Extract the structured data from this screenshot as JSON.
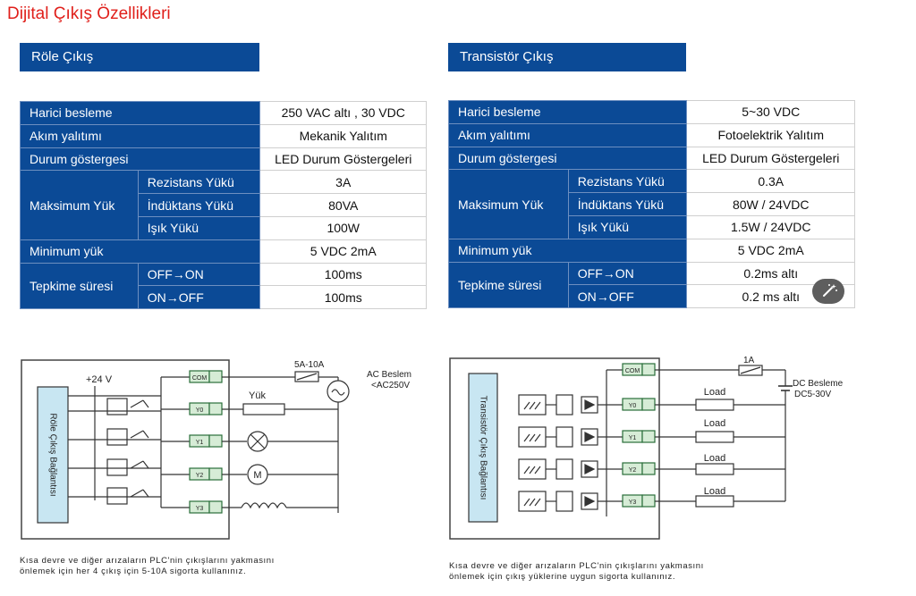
{
  "page_title": "Dijital Çıkış Özellikleri",
  "relay": {
    "heading": "Röle Çıkış",
    "rows": {
      "supply_label": "Harici besleme",
      "supply_value": "250 VAC altı , 30 VDC",
      "isolation_label": "Akım yalıtımı",
      "isolation_value": "Mekanik Yalıtım",
      "indicator_label": "Durum göstergesi",
      "indicator_value": "LED Durum Göstergeleri",
      "max_load_label": "Maksimum Yük",
      "resistive_label": "Rezistans Yükü",
      "resistive_value": "3A",
      "inductive_label": "İndüktans Yükü",
      "inductive_value": "80VA",
      "light_label": "Işık Yükü",
      "light_value": "100W",
      "min_load_label": "Minimum yük",
      "min_load_value": "5 VDC 2mA",
      "response_label": "Tepkime süresi",
      "off_on_label": "OFF→ON",
      "off_on_value": "100ms",
      "on_off_label": "ON→OFF",
      "on_off_value": "100ms"
    },
    "diagram": {
      "side_label": "Röle Çıkış Bağlantısı",
      "voltage": "+24 V",
      "fuse": "5A-10A",
      "supply_line1": "AC Besleme",
      "supply_line2": "<AC250V",
      "load": "Yük",
      "terminals": [
        "COM",
        "Y0",
        "Y1",
        "Y2",
        "Y3"
      ],
      "motor": "M"
    },
    "note_line1": "Kısa devre ve diğer arızaların PLC'nin çıkışlarını yakmasını",
    "note_line2": "önlemek için her 4 çıkış için 5-10A sigorta kullanınız."
  },
  "transistor": {
    "heading": "Transistör Çıkış",
    "rows": {
      "supply_label": "Harici besleme",
      "supply_value": "5~30 VDC",
      "isolation_label": "Akım yalıtımı",
      "isolation_value": "Fotoelektrik Yalıtım",
      "indicator_label": "Durum göstergesi",
      "indicator_value": "LED Durum Göstergeleri",
      "max_load_label": "Maksimum Yük",
      "resistive_label": "Rezistans Yükü",
      "resistive_value": "0.3A",
      "inductive_label": "İndüktans Yükü",
      "inductive_value": "80W / 24VDC",
      "light_label": "Işık Yükü",
      "light_value": "1.5W / 24VDC",
      "min_load_label": "Minimum yük",
      "min_load_value": "5 VDC 2mA",
      "response_label": "Tepkime süresi",
      "off_on_label": "OFF→ON",
      "off_on_value": "0.2ms altı",
      "on_off_label": "ON→OFF",
      "on_off_value": "0.2 ms altı"
    },
    "diagram": {
      "side_label": "Transistör Çıkış Bağlantısı",
      "fuse": "1A",
      "supply_line1": "DC Besleme",
      "supply_line2": "DC5-30V",
      "loads": [
        "Load",
        "Load",
        "Load",
        "Load"
      ],
      "terminals": [
        "COM",
        "Y0",
        "Y1",
        "Y2",
        "Y3"
      ]
    },
    "note_line1": "Kısa devre ve diğer arızaların PLC'nin çıkışlarını yakmasını",
    "note_line2": "önlemek için çıkış yüklerine uygun sigorta kullanınız."
  },
  "icons": {
    "edit_button": "magic-wand-icon",
    "coil": "relay-coil-icon",
    "lamp": "lamp-icon",
    "motor": "motor-icon",
    "inductor": "inductor-icon",
    "ac_source": "ac-source-icon",
    "optocoupler": "optocoupler-icon"
  },
  "colors": {
    "title": "#e0201b",
    "header_blue": "#0b4a96",
    "diagram_fill": "#c8e6f2"
  }
}
